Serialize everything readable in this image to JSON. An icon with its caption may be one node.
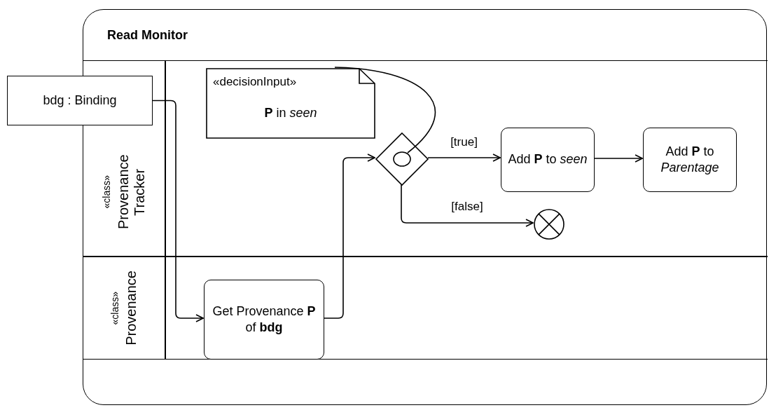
{
  "diagram": {
    "nodes": [
      {
        "text": [
          "Read Monitor"
        ]
      },
      {
        "text": [
          "«class»",
          "Provenance Tracker"
        ],
        "in": 0
      },
      {
        "text": [
          "«class»",
          "Provenance"
        ],
        "in": 0
      },
      {
        "text": [
          "bdg : Binding"
        ]
      },
      {
        "text": [
          "«decisionInput»",
          "**P** in *seen*"
        ],
        "in": 1
      },
      {
        "text": [],
        "shape": "diamond",
        "in": 1
      },
      {
        "text": [
          "Add **P** to *seen*"
        ],
        "in": 1
      },
      {
        "text": [
          "Add **P** to *Parentage*"
        ],
        "in": 1
      },
      {
        "text": [],
        "shape": "circle",
        "in": 1
      },
      {
        "text": [
          "Get Provenance **P** of **bdg**"
        ],
        "in": 2
      }
    ],
    "edges": [
      {
        "from": 3,
        "to": 9,
        "arrow": "to"
      },
      {
        "from": 9,
        "to": 5,
        "arrow": "to"
      },
      {
        "from": 5,
        "to": 6,
        "label": "[true]",
        "arrow": "to"
      },
      {
        "from": 6,
        "to": 7,
        "arrow": "to"
      },
      {
        "from": 5,
        "to": 8,
        "label": "[false]",
        "arrow": "to"
      },
      {
        "from": 4,
        "to": 5,
        "arrow": "none"
      }
    ]
  }
}
